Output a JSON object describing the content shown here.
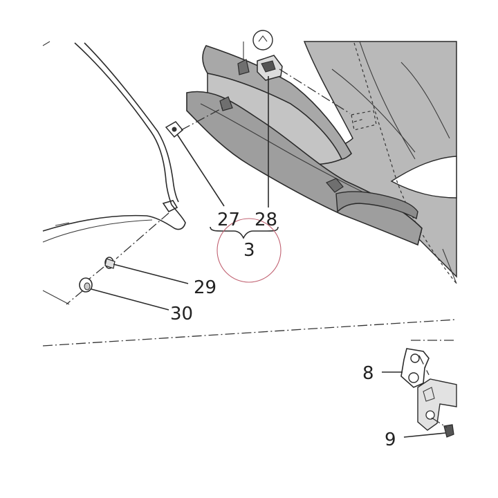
{
  "callouts": {
    "c27": "27",
    "c28": "28",
    "c3": "3",
    "c29": "29",
    "c30": "30",
    "c8": "8",
    "c9": "9"
  },
  "colors": {
    "panel_fill": "#b9b9b9",
    "panel_dark": "#8f8f8f",
    "panel_light": "#d6d6d6",
    "line": "#2a2a2a",
    "highlight_circle": "#c06070"
  }
}
